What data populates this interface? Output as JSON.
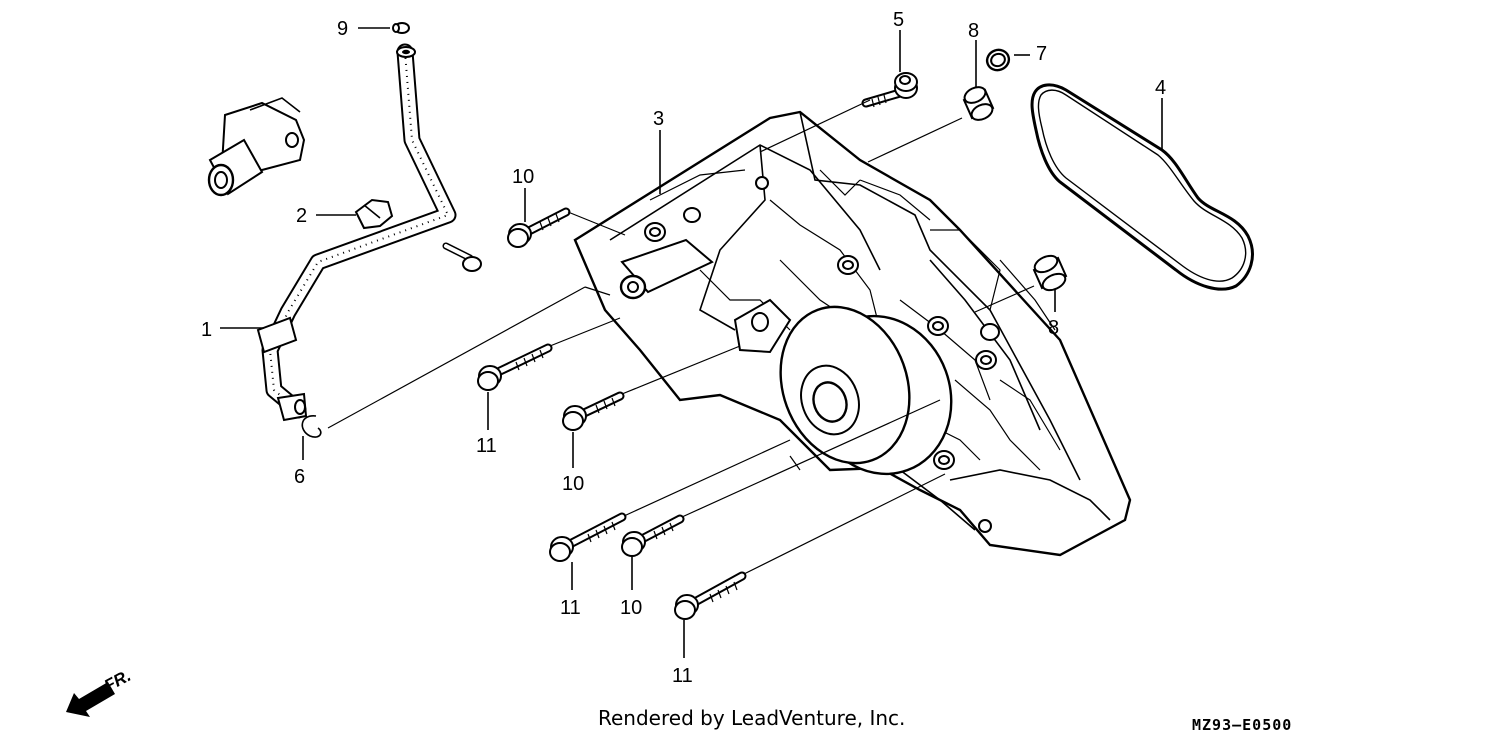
{
  "callouts": [
    {
      "id": "c9",
      "text": "9"
    },
    {
      "id": "c5",
      "text": "5"
    },
    {
      "id": "c8a",
      "text": "8"
    },
    {
      "id": "c7",
      "text": "7"
    },
    {
      "id": "c4",
      "text": "4"
    },
    {
      "id": "c3",
      "text": "3"
    },
    {
      "id": "c10a",
      "text": "10"
    },
    {
      "id": "c2",
      "text": "2"
    },
    {
      "id": "c1",
      "text": "1"
    },
    {
      "id": "c8b",
      "text": "8"
    },
    {
      "id": "c11a",
      "text": "11"
    },
    {
      "id": "c10b",
      "text": "10"
    },
    {
      "id": "c6",
      "text": "6"
    },
    {
      "id": "c11b",
      "text": "11"
    },
    {
      "id": "c10c",
      "text": "10"
    },
    {
      "id": "c11c",
      "text": "11"
    }
  ],
  "direction_label": "FR.",
  "footer": {
    "credit": "Rendered by LeadVenture, Inc.",
    "diagram_code": "MZ93–E0500"
  }
}
